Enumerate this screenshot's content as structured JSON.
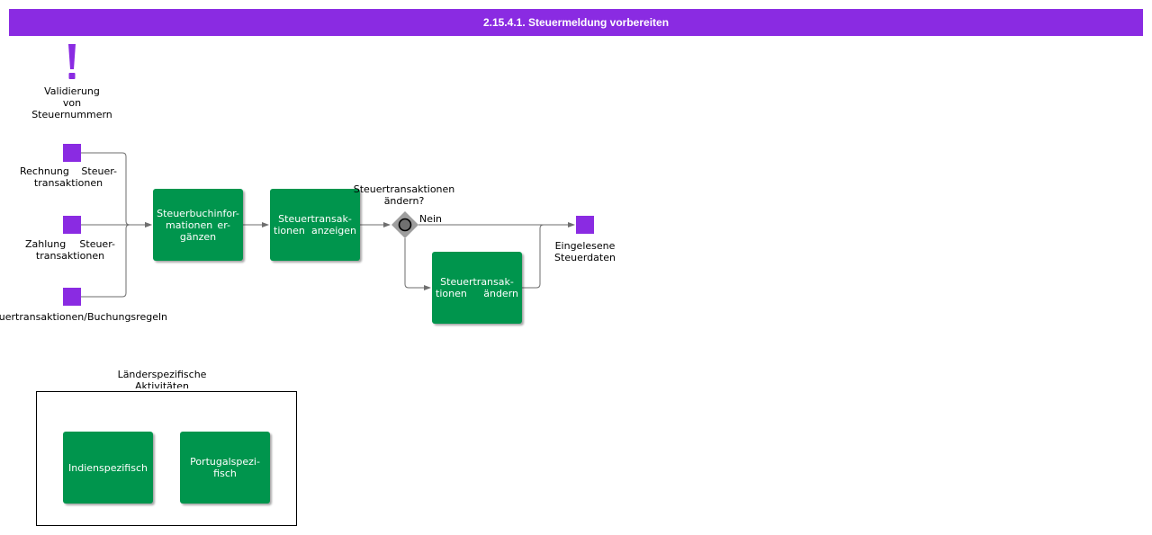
{
  "colors": {
    "header": "#8a2be2",
    "event": "#8a2be2",
    "task": "#00954d",
    "connector": "#6e6e6e",
    "gateway": "#9e9e9e"
  },
  "header": {
    "title": "2.15.4.1. Steuermeldung vorbereiten"
  },
  "validation": {
    "icon": "exclamation-icon",
    "label_lines": [
      "Validierung",
      "von",
      "Steuernummern"
    ]
  },
  "inputs": {
    "invoice": {
      "label_lines": [
        "Rechnung Steuer-",
        "transaktionen"
      ]
    },
    "payment": {
      "label_lines": [
        "Zahlung Steuer-",
        "transaktionen"
      ]
    },
    "rules": {
      "label_lines": [
        "Steuertransaktionen/Buchungsregeln"
      ]
    }
  },
  "tasks": {
    "complete_tax_book": {
      "label_lines": [
        "Steuerbuchinfor-",
        "mationen er-",
        "gänzen"
      ]
    },
    "show_tax": {
      "label_lines": [
        "Steuertransak-",
        "tionen anzeigen"
      ]
    },
    "change_tax": {
      "label_lines": [
        "Steuertransak-",
        "tionen ändern"
      ]
    }
  },
  "gateway": {
    "label_lines": [
      "Steuertransaktionen",
      "ändern?"
    ],
    "no_label": "Nein"
  },
  "output": {
    "label_lines": [
      "Eingelesene",
      "Steuerdaten"
    ]
  },
  "group": {
    "label_lines": [
      "Länderspezifische",
      "Aktivitäten"
    ],
    "tasks": {
      "india": {
        "label_lines": [
          "Indienspezifisch"
        ]
      },
      "portugal": {
        "label_lines": [
          "Portugalspezi-",
          "fisch"
        ]
      }
    }
  }
}
